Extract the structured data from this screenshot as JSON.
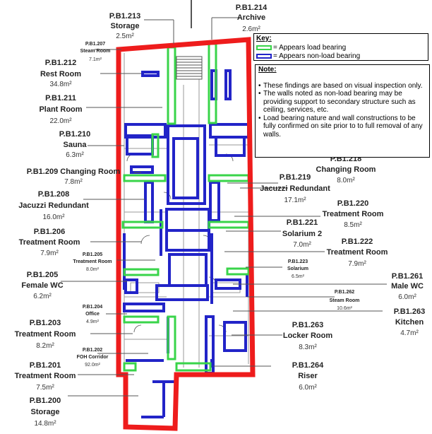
{
  "rooms": [
    {
      "id": "b1-213",
      "code": "P.B1.213",
      "name": "Storage",
      "area": "2.5m²"
    },
    {
      "id": "b1-214",
      "code": "P.B1.214",
      "name": "Archive",
      "area": "2.6m²"
    },
    {
      "id": "b1-207",
      "code": "P.B1.207",
      "name": "Steam Room",
      "area": "7.1m²"
    },
    {
      "id": "b1-212",
      "code": "P.B1.212",
      "name": "Rest Room",
      "area": "34.8m²"
    },
    {
      "id": "b1-211",
      "code": "P.B1.211",
      "name": "Plant Room",
      "area": "22.0m²"
    },
    {
      "id": "b1-210",
      "code": "P.B1.210",
      "name": "Sauna",
      "area": "6.3m²"
    },
    {
      "id": "b1-209",
      "code": "P.B1.209",
      "name": "Changing Room",
      "area": "7.8m²"
    },
    {
      "id": "b1-208",
      "code": "P.B1.208",
      "name": "Jacuzzi Redundant",
      "area": "16.0m²"
    },
    {
      "id": "b1-206",
      "code": "P.B1.206",
      "name": "Treatment Room",
      "area": "7.9m²"
    },
    {
      "id": "b1-205s",
      "code": "P.B1.205",
      "name": "Treatment Room",
      "area": "8.0m²"
    },
    {
      "id": "b1-205",
      "code": "P.B1.205",
      "name": "Female WC",
      "area": "6.2m²"
    },
    {
      "id": "b1-204",
      "code": "P.B1.204",
      "name": "Office",
      "area": "4.9m²"
    },
    {
      "id": "b1-203",
      "code": "P.B1.203",
      "name": "Treatment Room",
      "area": "8.2m²"
    },
    {
      "id": "b1-202",
      "code": "P.B1.202",
      "name": "FOH Corridor",
      "area": "92.0m²"
    },
    {
      "id": "b1-201",
      "code": "P.B1.201",
      "name": "Treatment Room",
      "area": "7.5m²"
    },
    {
      "id": "b1-200",
      "code": "P.B1.200",
      "name": "Storage",
      "area": "14.8m²"
    },
    {
      "id": "b1-218",
      "code": "P.B1.218",
      "name": "Changing Room",
      "area": "8.0m²"
    },
    {
      "id": "b1-219",
      "code": "P.B1.219",
      "name": "Jacuzzi Redundant",
      "area": "17.1m²"
    },
    {
      "id": "b1-220",
      "code": "P.B1.220",
      "name": "Treatment Room",
      "area": "8.5m²"
    },
    {
      "id": "b1-221",
      "code": "P.B1.221",
      "name": "Solarium 2",
      "area": "7.0m²"
    },
    {
      "id": "b1-222",
      "code": "P.B1.222",
      "name": "Treatment Room",
      "area": "7.9m²"
    },
    {
      "id": "b1-223",
      "code": "P.B1.223",
      "name": "Solarium",
      "area": "6.5m²"
    },
    {
      "id": "b1-261",
      "code": "P.B1.261",
      "name": "Male WC",
      "area": "6.0m²"
    },
    {
      "id": "b1-262",
      "code": "P.B1.262",
      "name": "Steam Room",
      "area": "10.6m²"
    },
    {
      "id": "b1-263k",
      "code": "P.B1.263",
      "name": "Kitchen",
      "area": "4.7m²"
    },
    {
      "id": "b1-263",
      "code": "P.B1.263",
      "name": "Locker Room",
      "area": "8.3m²"
    },
    {
      "id": "b1-264",
      "code": "P.B1.264",
      "name": "Riser",
      "area": "6.0m²"
    }
  ],
  "legend": {
    "title": "Key:",
    "load_bearing": "= Appears load bearing",
    "non_load_bearing": "= Appears non-load bearing"
  },
  "note": {
    "title": "Note:",
    "items": [
      "These findings are based on visual inspection only.",
      "The walls noted as non-load bearing may be providing support to secondary structure such as ceiling, services, etc.",
      "Load bearing nature and wall constructions to be fully confirmed on site prior to to full removal of any walls."
    ]
  },
  "colors": {
    "boundary": "#ee1c1c",
    "load_bearing": "#39d44a",
    "non_load_bearing": "#2224c8",
    "plan_lines": "#555555"
  }
}
